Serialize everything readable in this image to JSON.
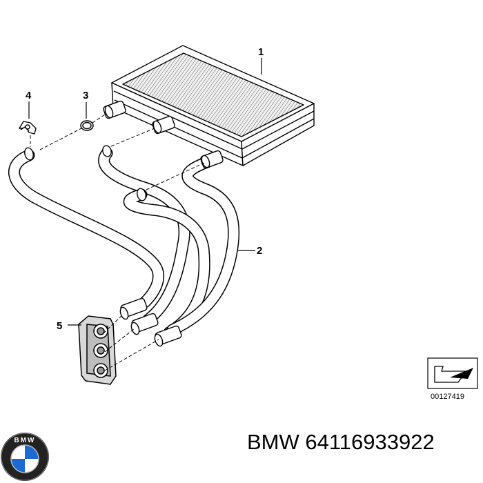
{
  "diagram": {
    "callouts": [
      "1",
      "2",
      "3",
      "4",
      "5"
    ],
    "reference_number": "00127419"
  },
  "brand": {
    "logo_text": "BMW"
  },
  "caption": {
    "brand": "BMW",
    "part_number": "64116933922"
  }
}
